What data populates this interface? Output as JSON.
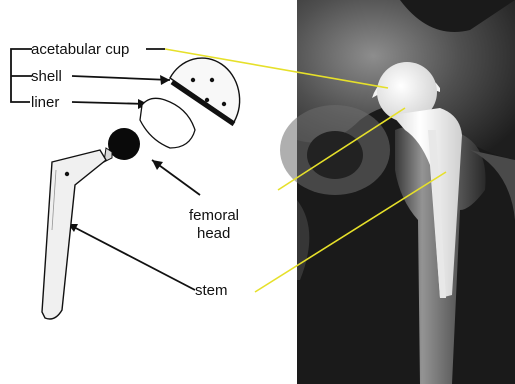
{
  "labels": {
    "acetabular_cup": "acetabular cup",
    "shell": "shell",
    "liner": "liner",
    "femoral": "femoral",
    "head": "head",
    "stem": "stem"
  },
  "colors": {
    "leader_lines": "#e6e02a",
    "annotation_lines": "#111111",
    "xray_background": "#1a1a1a",
    "implant_metal": "#f2f2f2"
  },
  "icons": {
    "femoral_stem": "femoral-stem-drawing",
    "femoral_head": "femoral-head-drawing",
    "liner": "liner-drawing",
    "shell": "shell-drawing"
  }
}
